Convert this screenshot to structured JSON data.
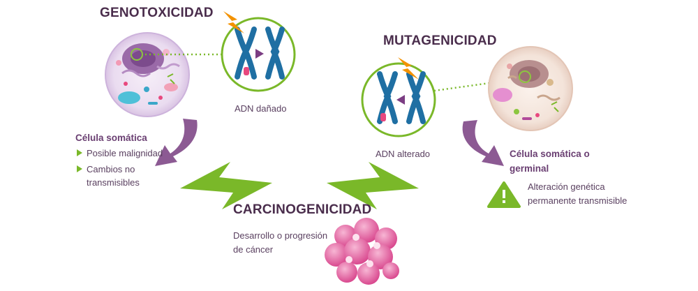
{
  "genotoxicidad": {
    "title": "GENOTOXICIDAD",
    "dna_label": "ADN dañado",
    "cell_type": "Célula somática",
    "bullets": [
      "Posible malignidad",
      "Cambios no",
      "transmisibles"
    ]
  },
  "mutagenicidad": {
    "title": "MUTAGENICIDAD",
    "dna_label": "ADN alterado",
    "cell_type_line1": "Célula somática o",
    "cell_type_line2": "germinal",
    "warning_line1": "Alteración genética",
    "warning_line2": "permanente transmisible"
  },
  "carcinogenicidad": {
    "title": "CARCINOGENICIDAD",
    "description_line1": "Desarrollo o progresión",
    "description_line2": "de cáncer"
  },
  "colors": {
    "heading": "#4a2d4c",
    "accent_green": "#7ab829",
    "arrow_purple": "#8c5a93",
    "chromosome_blue": "#1f6fa3",
    "damage_pink": "#e8487e",
    "lightning_orange": "#f39200",
    "tumor_pink": "#e86aa6"
  }
}
